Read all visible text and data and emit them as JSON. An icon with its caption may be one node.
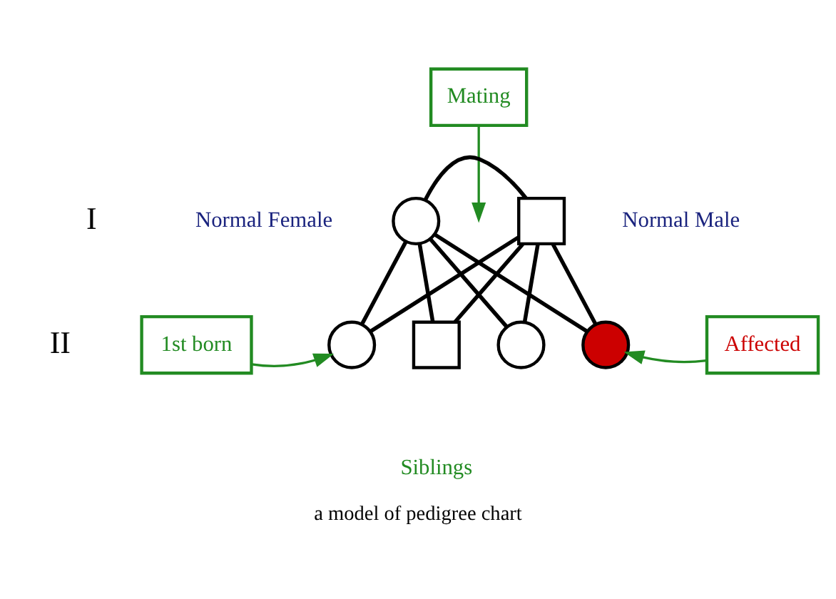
{
  "diagram": {
    "caption": "a model of pedigree chart",
    "nodes": [
      {
        "text": [
          "Mating"
        ]
      },
      {
        "text": [],
        "shape": "circle",
        "beside": [
          "Normal Female"
        ]
      },
      {
        "text": [],
        "shape": "box",
        "beside": [
          "Normal Male"
        ]
      },
      {
        "text": [
          "1st born"
        ]
      },
      {
        "text": [],
        "shape": "circle"
      },
      {
        "text": [],
        "shape": "box"
      },
      {
        "text": [],
        "shape": "circle"
      },
      {
        "text": [],
        "shape": "circle"
      },
      {
        "text": [
          "Affected"
        ]
      }
    ],
    "edges": [
      {
        "from": 1,
        "to": 2,
        "arrow": "none"
      },
      {
        "from": 0,
        "to": null,
        "arrow": "to",
        "color": "#228b22"
      },
      {
        "from": 1,
        "to": 4,
        "arrow": "none"
      },
      {
        "from": 1,
        "to": 5,
        "arrow": "none"
      },
      {
        "from": 1,
        "to": 6,
        "arrow": "none"
      },
      {
        "from": 1,
        "to": 7,
        "arrow": "none"
      },
      {
        "from": 2,
        "to": 4,
        "arrow": "none"
      },
      {
        "from": 2,
        "to": 5,
        "arrow": "none"
      },
      {
        "from": 2,
        "to": 6,
        "arrow": "none"
      },
      {
        "from": 2,
        "to": 7,
        "arrow": "none"
      },
      {
        "from": 3,
        "to": 4,
        "arrow": "to",
        "color": "#228b22"
      },
      {
        "from": 8,
        "to": 7,
        "arrow": "to",
        "color": "#228b22"
      }
    ],
    "labels": [
      "I",
      "II",
      "Siblings"
    ]
  }
}
